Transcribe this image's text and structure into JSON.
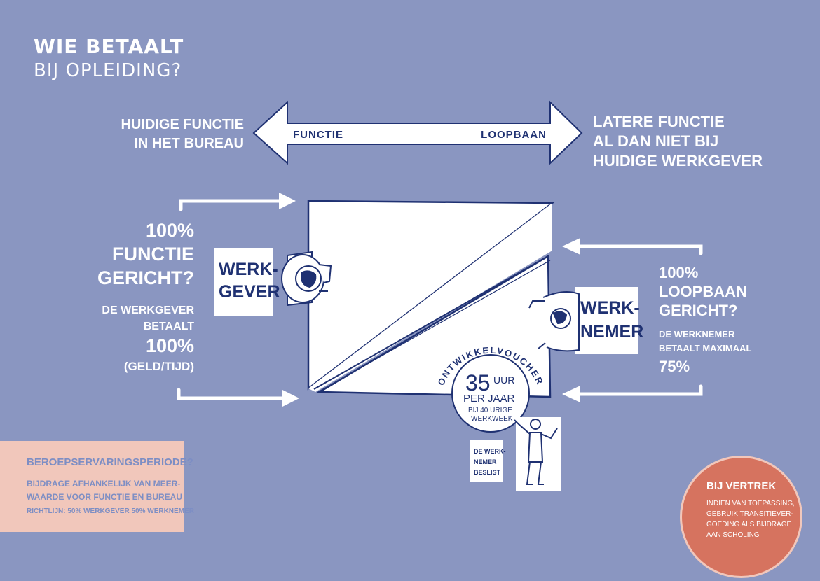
{
  "title": {
    "main": "WIE BETAALT",
    "sub": "BIJ OPLEIDING?"
  },
  "arrow": {
    "left_caption": [
      "HUIDIGE FUNCTIE",
      "IN HET BUREAU"
    ],
    "left_label": "FUNCTIE",
    "right_label": "LOOPBAAN",
    "right_caption": [
      "LATERE FUNCTIE",
      "AL DAN NIET BIJ",
      "HUIDIGE WERKGEVER"
    ]
  },
  "werkgever": {
    "card_lines": [
      "WERK-",
      "GEVER"
    ],
    "big_lines": [
      "100%",
      "FUNCTIE",
      "GERICHT?"
    ],
    "small_lines": [
      "DE WERKGEVER",
      "BETAALT"
    ],
    "pct": "100%",
    "note": "(GELD/TIJD)"
  },
  "werknemer": {
    "card_lines": [
      "WERK-",
      "NEMER"
    ],
    "big_lines": [
      "100%",
      "LOOPBAAN",
      "GERICHT?"
    ],
    "small_lines": [
      "DE WERKNEMER",
      "BETAALT MAXIMAAL"
    ],
    "pct": "75%"
  },
  "voucher": {
    "arc_text": "ONTWIKKELVOUCHER",
    "hours": "35",
    "unit": "UUR",
    "per": "PER JAAR",
    "sub_lines": [
      "BIJ 40 URIGE",
      "WERKWEEK"
    ]
  },
  "decides": [
    "DE WERK-",
    "NEMER",
    "BESLIST"
  ],
  "beroeps": {
    "title": "BEROEPSERVARINGSPERIODE?",
    "lines": [
      "BIJDRAGE AFHANKELIJK VAN MEER-",
      "WAARDE VOOR FUNCTIE EN BUREAU"
    ],
    "guideline": "RICHTLIJN:  50% WERKGEVER 50% WERKNEMER"
  },
  "vertrek": {
    "title": "BIJ VERTREK",
    "lines": [
      "INDIEN VAN TOEPASSING,",
      "GEBRUIK TRANSITIEVER-",
      "GOEDING  ALS BIJDRAGE",
      "AAN SCHOLING"
    ]
  },
  "colors": {
    "background": "#8a96c1",
    "navy": "#1f3172",
    "pink": "#f1c7bb",
    "coral": "#d6735f",
    "white": "#ffffff"
  }
}
